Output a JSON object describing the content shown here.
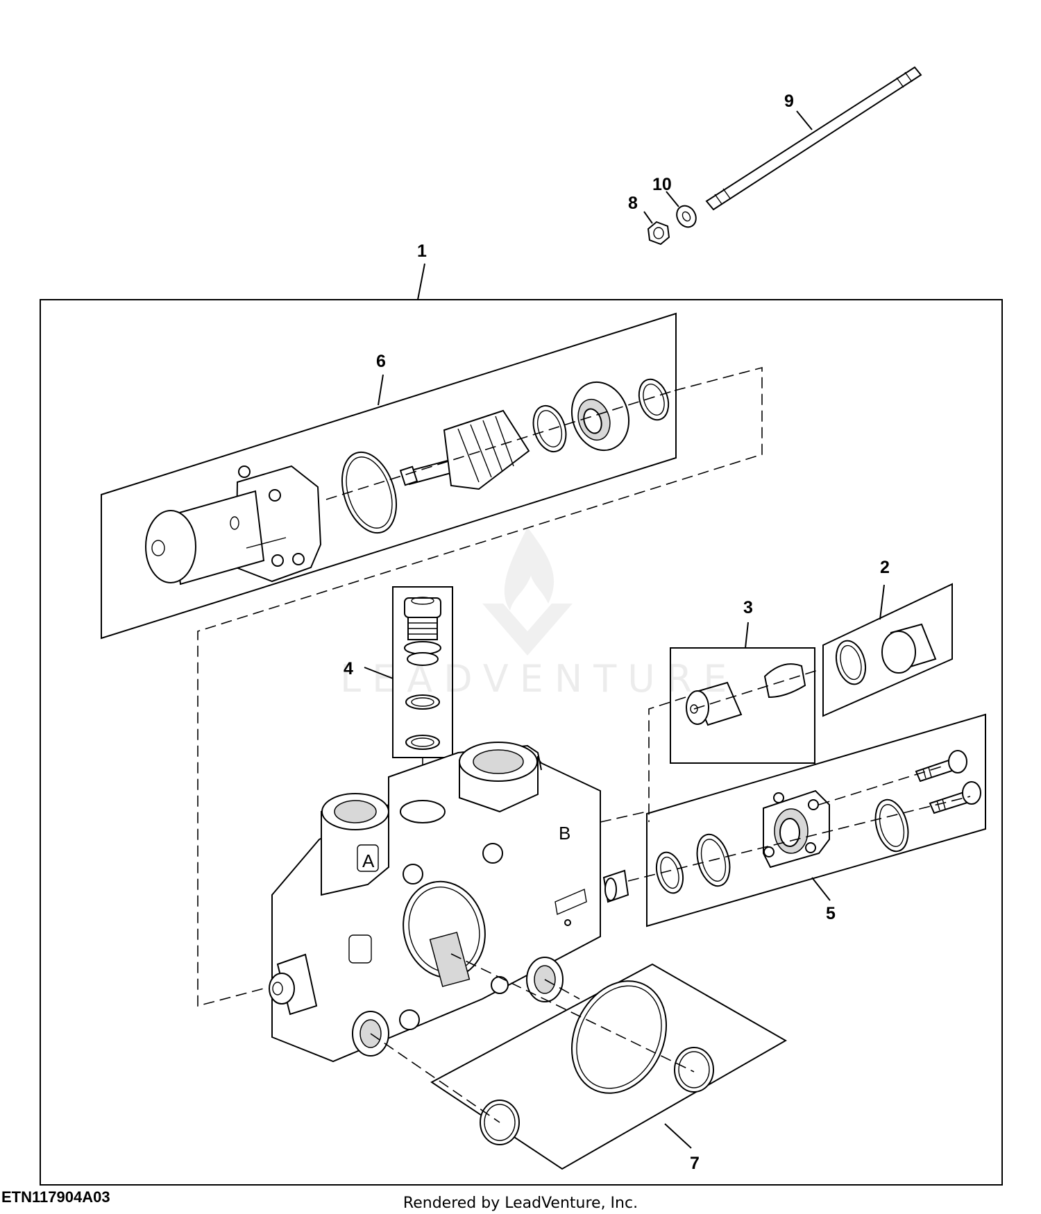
{
  "figure_id": "ETN117904A03",
  "credit": "Rendered by LeadVenture, Inc.",
  "watermark": "LEADVENTURE",
  "callouts": {
    "c1": "1",
    "c2": "2",
    "c3": "3",
    "c4": "4",
    "c5": "5",
    "c6": "6",
    "c7": "7",
    "c8": "8",
    "c9": "9",
    "c10": "10"
  },
  "housing_labels": {
    "a": "A",
    "b": "B"
  }
}
